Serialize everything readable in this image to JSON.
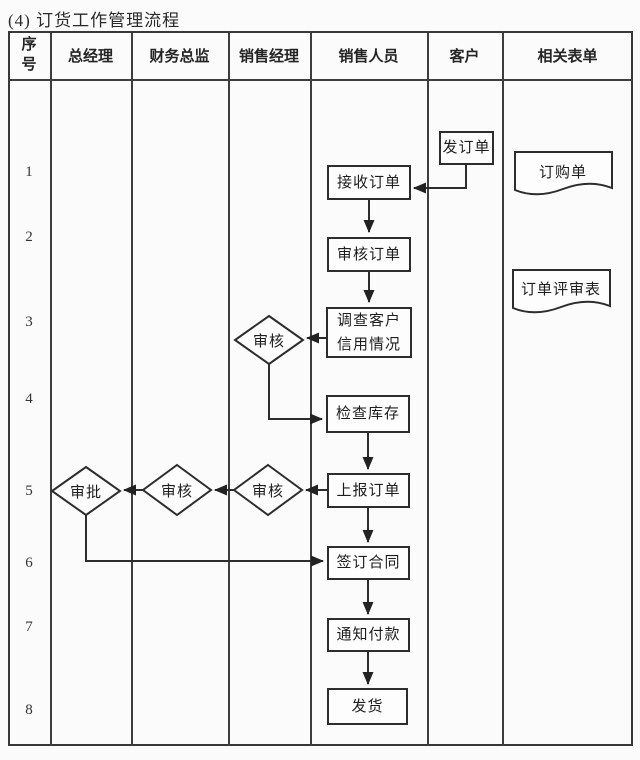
{
  "title": "(4) 订货工作管理流程",
  "table": {
    "headers": [
      "序号",
      "总经理",
      "财务总监",
      "销售经理",
      "销售人员",
      "客户",
      "相关表单"
    ],
    "row_numbers": [
      "1",
      "2",
      "3",
      "4",
      "5",
      "6",
      "7",
      "8"
    ]
  },
  "nodes": {
    "send_order": "发订单",
    "receive_order": "接收订单",
    "review_order": "审核订单",
    "investigate_credit": "调查客户信用情况",
    "check_inventory": "检查库存",
    "report_order": "上报订单",
    "sign_contract": "签订合同",
    "notify_payment": "通知付款",
    "ship_goods": "发货"
  },
  "decisions": {
    "sales_review_credit": "审核",
    "sales_review_order": "审核",
    "finance_review": "审核",
    "gm_approve": "审批"
  },
  "documents": {
    "purchase_order": "订购单",
    "order_review_form": "订单评审表"
  },
  "colors": {
    "line": "#2d2d2d",
    "text": "#1e1e1e",
    "background": "#fbfbfb"
  }
}
